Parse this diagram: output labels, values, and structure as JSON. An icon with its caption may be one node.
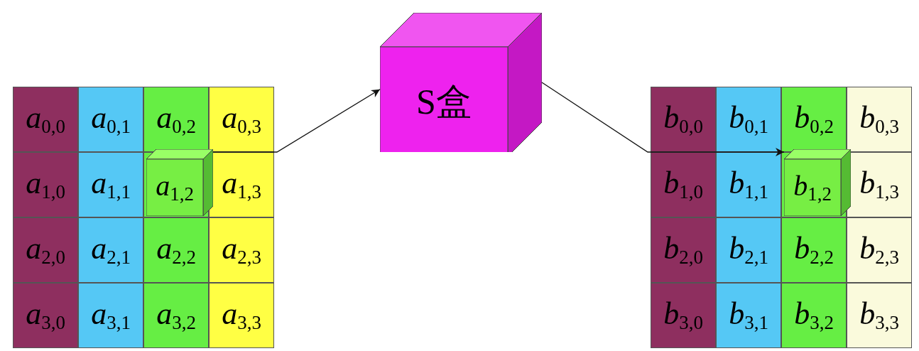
{
  "diagram": {
    "nodes": [
      {
        "text": [
          "*a*$_{0,0}$"
        ]
      },
      {
        "text": [
          "*a*$_{0,1}$"
        ]
      },
      {
        "text": [
          "*a*$_{0,2}$"
        ]
      },
      {
        "text": [
          "*a*$_{0,3}$"
        ]
      },
      {
        "text": [
          "*a*$_{1,0}$"
        ]
      },
      {
        "text": [
          "*a*$_{1,1}$"
        ]
      },
      {
        "text": [
          "*a*$_{1,2}$"
        ]
      },
      {
        "text": [
          "*a*$_{1,3}$"
        ]
      },
      {
        "text": [
          "*a*$_{2,0}$"
        ]
      },
      {
        "text": [
          "*a*$_{2,1}$"
        ]
      },
      {
        "text": [
          "*a*$_{2,2}$"
        ]
      },
      {
        "text": [
          "*a*$_{2,3}$"
        ]
      },
      {
        "text": [
          "*a*$_{3,0}$"
        ]
      },
      {
        "text": [
          "*a*$_{3,1}$"
        ]
      },
      {
        "text": [
          "*a*$_{3,2}$"
        ]
      },
      {
        "text": [
          "*a*$_{3,3}$"
        ]
      },
      {
        "text": [
          "S盒"
        ]
      },
      {
        "text": [
          "*b*$_{0,0}$"
        ]
      },
      {
        "text": [
          "*b*$_{0,1}$"
        ]
      },
      {
        "text": [
          "*b*$_{0,2}$"
        ]
      },
      {
        "text": [
          "*b*$_{0,3}$"
        ]
      },
      {
        "text": [
          "*b*$_{1,0}$"
        ]
      },
      {
        "text": [
          "*b*$_{1,1}$"
        ]
      },
      {
        "text": [
          "*b*$_{1,2}$"
        ]
      },
      {
        "text": [
          "*b*$_{1,3}$"
        ]
      },
      {
        "text": [
          "*b*$_{2,0}$"
        ]
      },
      {
        "text": [
          "*b*$_{2,1}$"
        ]
      },
      {
        "text": [
          "*b*$_{2,2}$"
        ]
      },
      {
        "text": [
          "*b*$_{2,3}$"
        ]
      },
      {
        "text": [
          "*b*$_{3,0}$"
        ]
      },
      {
        "text": [
          "*b*$_{3,1}$"
        ]
      },
      {
        "text": [
          "*b*$_{3,2}$"
        ]
      },
      {
        "text": [
          "*b*$_{3,3}$"
        ]
      }
    ],
    "edges": [
      {
        "from": 6,
        "to": 16,
        "arrow": "to"
      },
      {
        "from": 16,
        "to": 23,
        "arrow": "to"
      }
    ]
  }
}
